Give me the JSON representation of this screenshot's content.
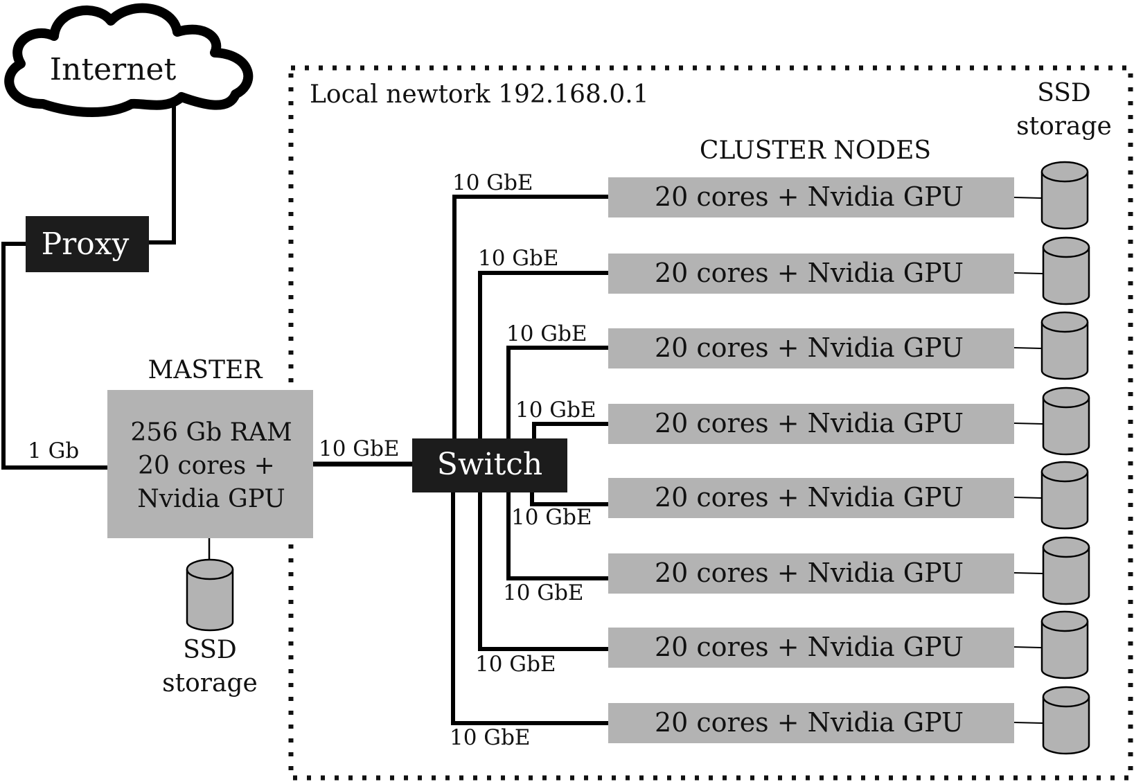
{
  "internet": {
    "label": "Internet"
  },
  "proxy": {
    "label": "Proxy"
  },
  "network": {
    "label": "Local newtork 192.168.0.1"
  },
  "master": {
    "title": "MASTER",
    "lines": [
      "256 Gb RAM",
      "20 cores +",
      "Nvidia GPU"
    ],
    "storage_lines": [
      "SSD",
      "storage"
    ]
  },
  "uplink": {
    "label": "1 Gb"
  },
  "master_link": {
    "label": "10 GbE"
  },
  "switch": {
    "label": "Switch"
  },
  "cluster": {
    "title": "CLUSTER NODES",
    "storage_lines": [
      "SSD",
      "storage"
    ],
    "nodes": [
      {
        "label": "20 cores + Nvidia GPU",
        "link": "10 GbE"
      },
      {
        "label": "20 cores + Nvidia GPU",
        "link": "10 GbE"
      },
      {
        "label": "20 cores + Nvidia GPU",
        "link": "10 GbE"
      },
      {
        "label": "20 cores + Nvidia GPU",
        "link": "10 GbE"
      },
      {
        "label": "20 cores + Nvidia GPU",
        "link": "10 GbE"
      },
      {
        "label": "20 cores + Nvidia GPU",
        "link": "10 GbE"
      },
      {
        "label": "20 cores + Nvidia GPU",
        "link": "10 GbE"
      },
      {
        "label": "20 cores + Nvidia GPU",
        "link": "10 GbE"
      }
    ]
  },
  "colors": {
    "box_gray": "#b3b3b3",
    "box_dark": "#1c1c1c",
    "line": "#000000"
  }
}
